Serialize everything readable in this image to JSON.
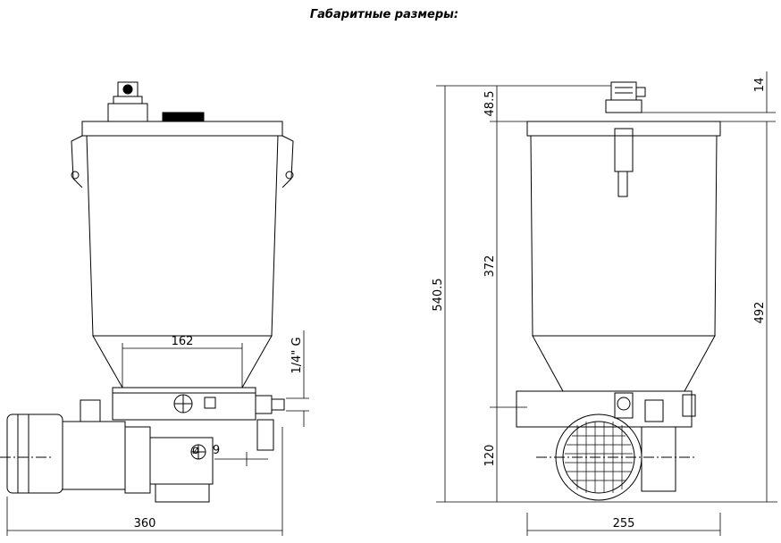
{
  "title": "Габаритные размеры:",
  "front_view": {
    "outlet_width": "162",
    "thread": "1/4\" G",
    "hole_diameter_symbol": "ø",
    "hole_diameter": "9",
    "overall_width": "360"
  },
  "side_view": {
    "total_height": "540.5",
    "top_offset": "48.5",
    "reservoir_height": "372",
    "base_height": "120",
    "connector_height": "14",
    "height_to_rim": "492",
    "overall_width": "255"
  }
}
